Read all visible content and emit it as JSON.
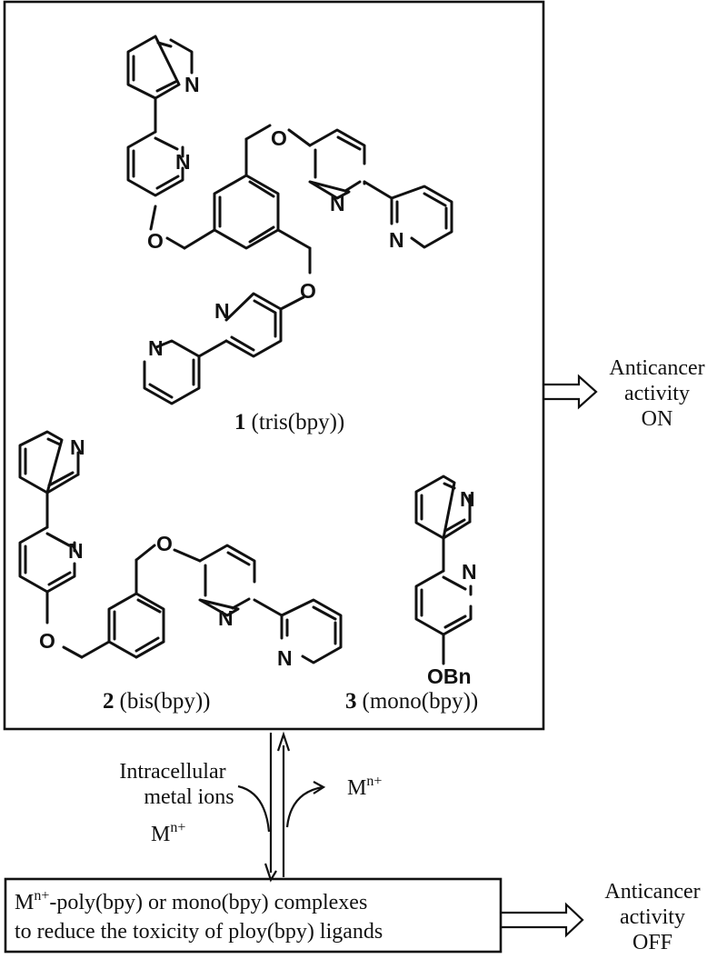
{
  "atoms": {
    "N": "N",
    "O": "O",
    "OBn": "OBn"
  },
  "compounds": {
    "c1": {
      "number": "1",
      "name": "(tris(bpy))"
    },
    "c2": {
      "number": "2",
      "name": "(bis(bpy))"
    },
    "c3": {
      "number": "3",
      "name": "(mono(bpy))"
    }
  },
  "outcome_on": {
    "line1": "Anticancer",
    "line2": "activity",
    "line3": "ON"
  },
  "outcome_off": {
    "line1": "Anticancer",
    "line2": "activity",
    "line3": "OFF"
  },
  "flow": {
    "metal_line1": "Intracellular",
    "metal_line2": "metal ions",
    "ion_symbol": "M",
    "ion_charge": "n+"
  },
  "complex_box": {
    "line1_symbol": "M",
    "line1_charge": "n+",
    "line1_rest": "-poly(bpy) or mono(bpy) complexes",
    "line2": "to reduce the toxicity of ploy(bpy) ligands"
  }
}
